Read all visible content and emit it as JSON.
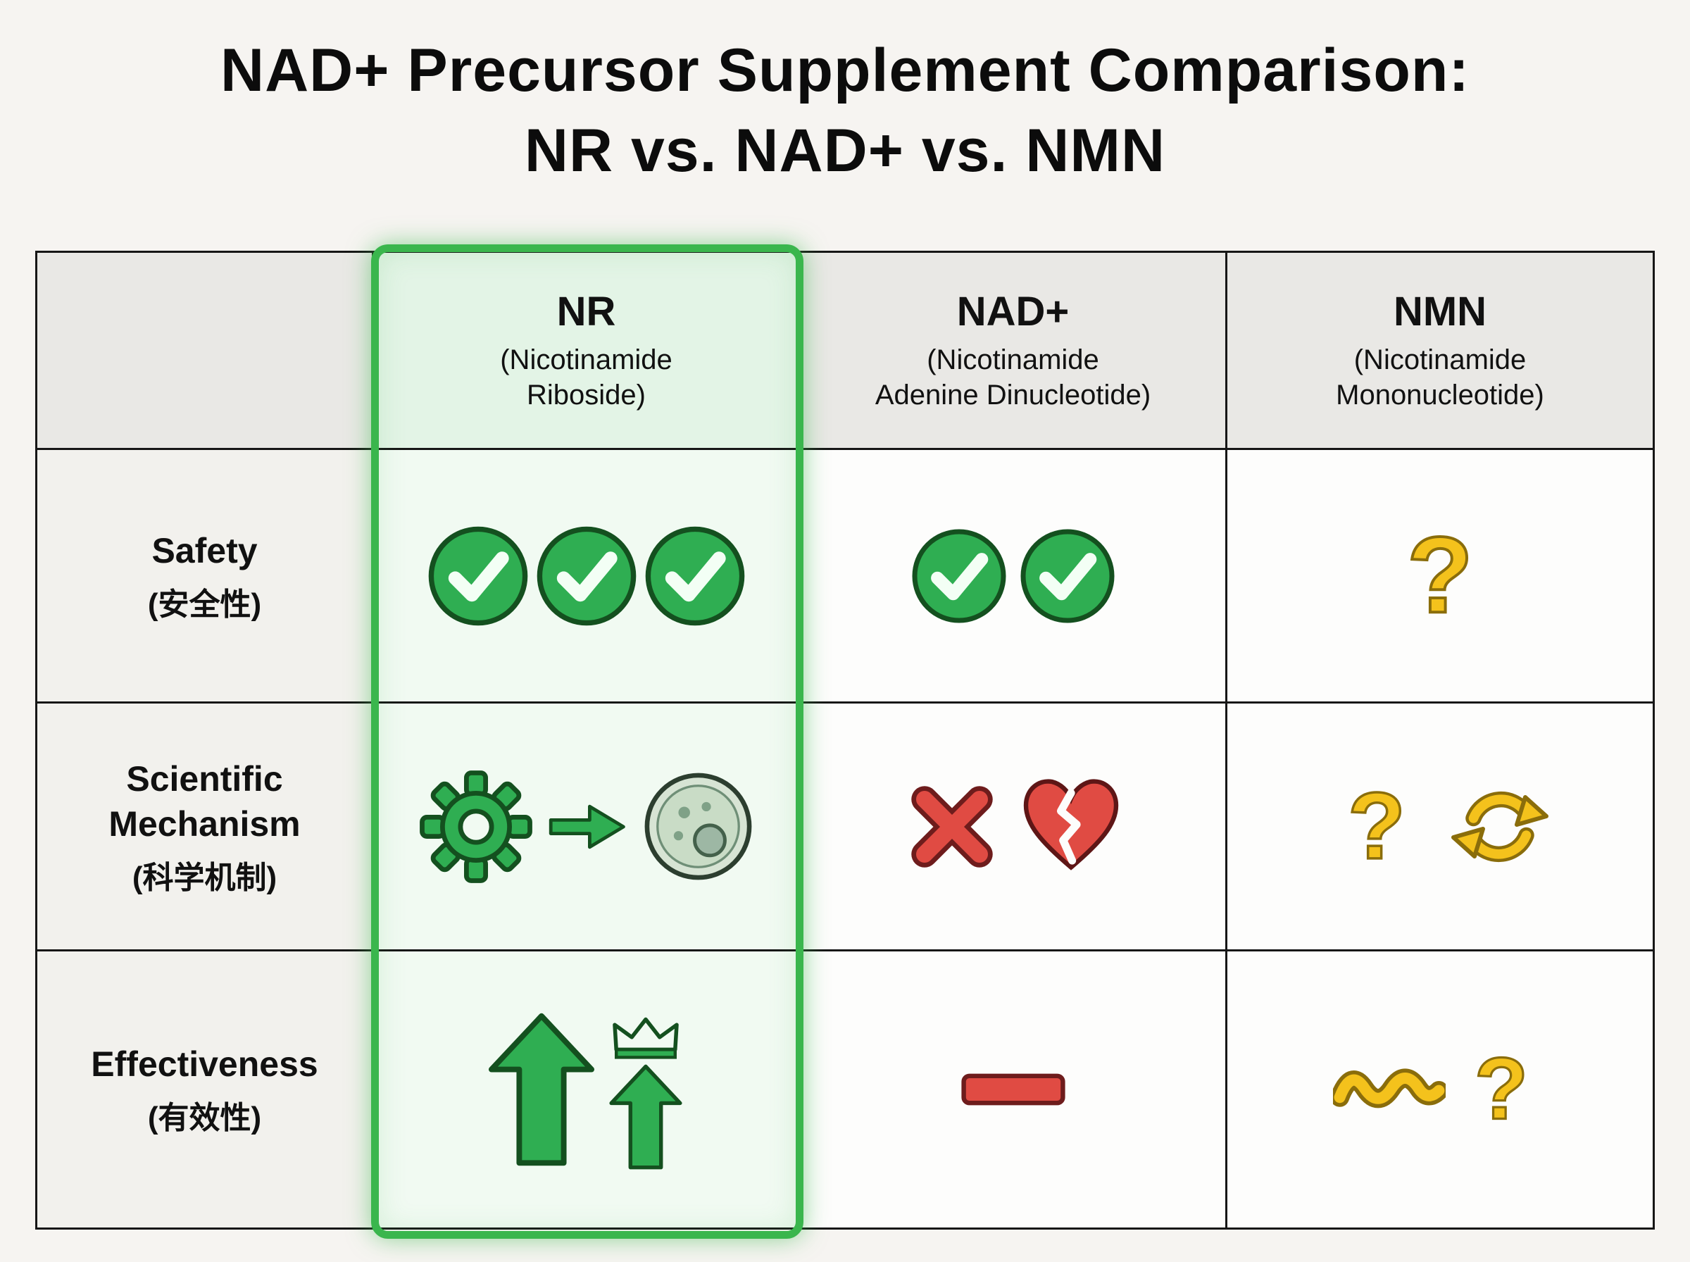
{
  "title": {
    "line1": "NAD+ Precursor Supplement Comparison:",
    "line2": "NR vs. NAD+ vs. NMN"
  },
  "columns": {
    "nr": {
      "name": "NR",
      "subtitle1": "(Nicotinamide",
      "subtitle2": "Riboside)"
    },
    "nad": {
      "name": "NAD+",
      "subtitle1": "(Nicotinamide",
      "subtitle2": "Adenine Dinucleotide)"
    },
    "nmn": {
      "name": "NMN",
      "subtitle1": "(Nicotinamide",
      "subtitle2": "Mononucleotide)"
    }
  },
  "rows": {
    "safety": {
      "label": "Safety",
      "label_zh": "(安全性)"
    },
    "mechanism": {
      "label": "Scientific Mechanism",
      "label_zh": "(科学机制)"
    },
    "effectiveness": {
      "label": "Effectiveness",
      "label_zh": "(有效性)"
    }
  },
  "cells": {
    "safety": {
      "nr": {
        "icons": [
          "check-circle",
          "check-circle",
          "check-circle"
        ]
      },
      "nad": {
        "icons": [
          "check-circle",
          "check-circle"
        ]
      },
      "nmn": {
        "icons": [
          "question-mark"
        ]
      }
    },
    "mechanism": {
      "nr": {
        "icons": [
          "gear",
          "right-arrow",
          "biological-cell"
        ]
      },
      "nad": {
        "icons": [
          "x-mark",
          "broken-heart"
        ]
      },
      "nmn": {
        "icons": [
          "question-mark",
          "recycle-arrows"
        ]
      }
    },
    "effectiveness": {
      "nr": {
        "icons": [
          "up-arrow",
          "crown",
          "up-arrow"
        ]
      },
      "nad": {
        "icons": [
          "minus-dash"
        ]
      },
      "nmn": {
        "icons": [
          "squiggle",
          "question-mark"
        ]
      }
    }
  },
  "highlight": {
    "column": "NR",
    "border_color": "#3ab64d"
  },
  "colors": {
    "green": "#2fae52",
    "red": "#e04b43",
    "yellow": "#f4c21c",
    "header_bg": "#e9e8e5",
    "cell_bg": "#fdfdfc",
    "nr_tint": "#f1faf2"
  }
}
